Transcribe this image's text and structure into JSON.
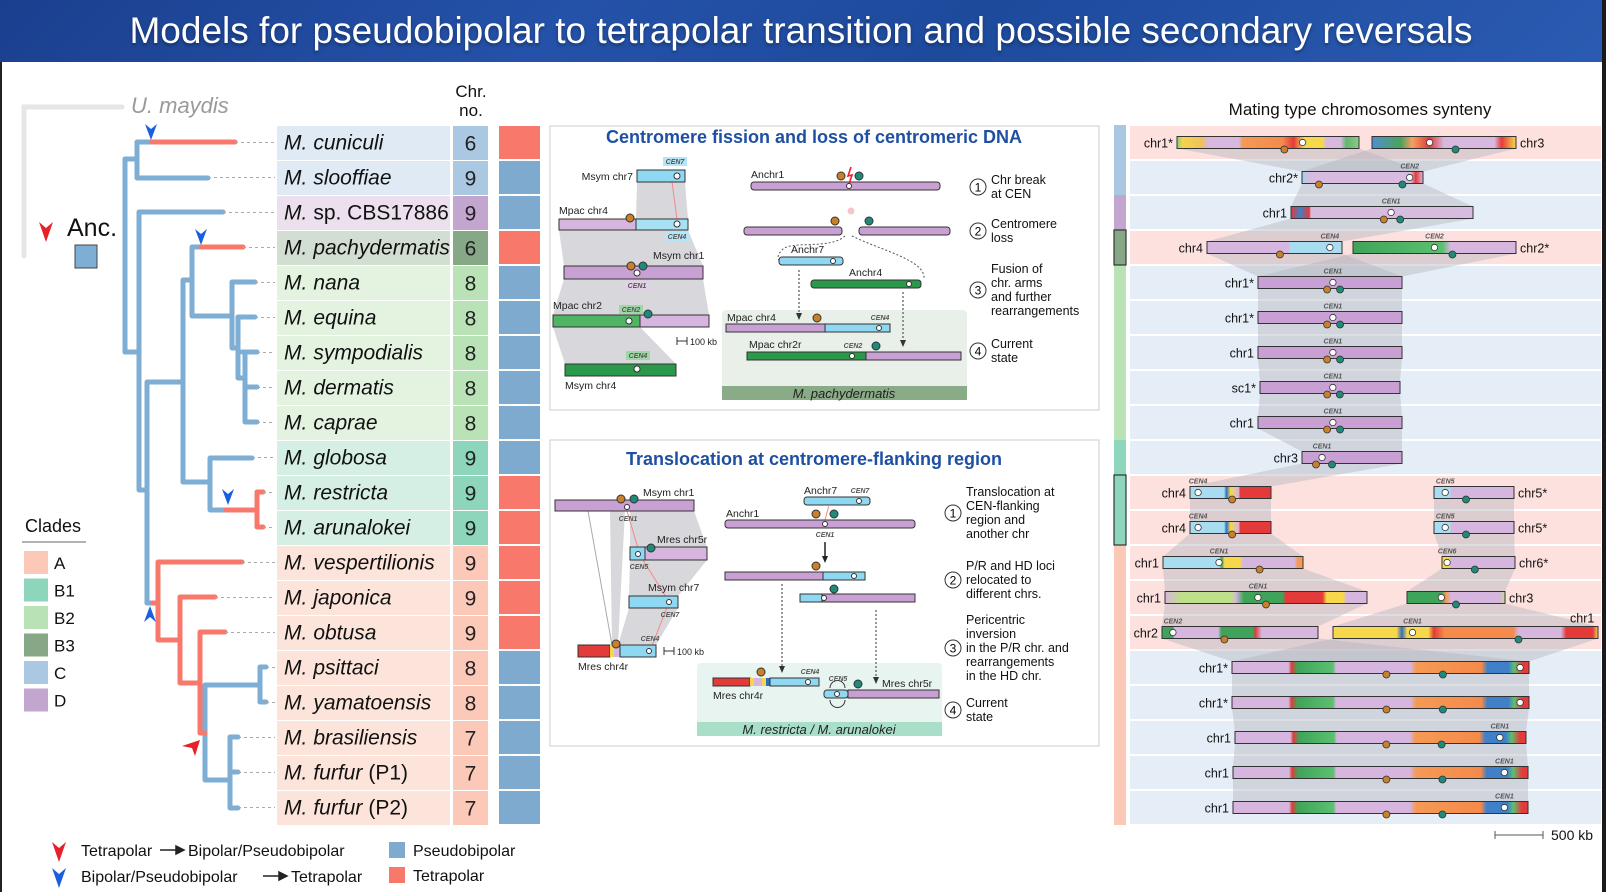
{
  "title": "Models for pseudobipolar to tetrapolar transition and possible secondary reversals",
  "tree": {
    "outgroup": "U. maydis",
    "ancestor": "Anc.",
    "chr_header": [
      "Chr.",
      "no."
    ],
    "species": [
      {
        "genus": "M.",
        "epithet": "cuniculi",
        "suffix": "",
        "chr": "6",
        "clade": "C",
        "mating": "Tetrapolar"
      },
      {
        "genus": "M.",
        "epithet": "slooffiae",
        "suffix": "",
        "chr": "9",
        "clade": "C",
        "mating": "Pseudobipolar"
      },
      {
        "genus": "M.",
        "epithet": "",
        "suffix": "sp. CBS17886",
        "chr": "9",
        "clade": "D",
        "mating": "Pseudobipolar"
      },
      {
        "genus": "M.",
        "epithet": "pachydermatis",
        "suffix": "",
        "chr": "6",
        "clade": "B3",
        "mating": "Tetrapolar"
      },
      {
        "genus": "M.",
        "epithet": "nana",
        "suffix": "",
        "chr": "8",
        "clade": "B2",
        "mating": "Pseudobipolar"
      },
      {
        "genus": "M.",
        "epithet": "equina",
        "suffix": "",
        "chr": "8",
        "clade": "B2",
        "mating": "Pseudobipolar"
      },
      {
        "genus": "M.",
        "epithet": "sympodialis",
        "suffix": "",
        "chr": "8",
        "clade": "B2",
        "mating": "Pseudobipolar"
      },
      {
        "genus": "M.",
        "epithet": "dermatis",
        "suffix": "",
        "chr": "8",
        "clade": "B2",
        "mating": "Pseudobipolar"
      },
      {
        "genus": "M.",
        "epithet": "caprae",
        "suffix": "",
        "chr": "8",
        "clade": "B2",
        "mating": "Pseudobipolar"
      },
      {
        "genus": "M.",
        "epithet": "globosa",
        "suffix": "",
        "chr": "9",
        "clade": "B1",
        "mating": "Pseudobipolar"
      },
      {
        "genus": "M.",
        "epithet": "restricta",
        "suffix": "",
        "chr": "9",
        "clade": "B1",
        "mating": "Tetrapolar"
      },
      {
        "genus": "M.",
        "epithet": "arunalokei",
        "suffix": "",
        "chr": "9",
        "clade": "B1",
        "mating": "Tetrapolar"
      },
      {
        "genus": "M.",
        "epithet": "vespertilionis",
        "suffix": "",
        "chr": "9",
        "clade": "A",
        "mating": "Tetrapolar"
      },
      {
        "genus": "M.",
        "epithet": "japonica",
        "suffix": "",
        "chr": "9",
        "clade": "A",
        "mating": "Tetrapolar"
      },
      {
        "genus": "M.",
        "epithet": "obtusa",
        "suffix": "",
        "chr": "9",
        "clade": "A",
        "mating": "Tetrapolar"
      },
      {
        "genus": "M.",
        "epithet": "psittaci",
        "suffix": "",
        "chr": "8",
        "clade": "A",
        "mating": "Pseudobipolar"
      },
      {
        "genus": "M.",
        "epithet": "yamatoensis",
        "suffix": "",
        "chr": "8",
        "clade": "A",
        "mating": "Pseudobipolar"
      },
      {
        "genus": "M.",
        "epithet": "brasiliensis",
        "suffix": "",
        "chr": "7",
        "clade": "A",
        "mating": "Pseudobipolar"
      },
      {
        "genus": "M.",
        "epithet": "furfur",
        "suffix": "(P1)",
        "chr": "7",
        "clade": "A",
        "mating": "Pseudobipolar"
      },
      {
        "genus": "M.",
        "epithet": "furfur",
        "suffix": "(P2)",
        "chr": "7",
        "clade": "A",
        "mating": "Pseudobipolar"
      }
    ]
  },
  "clades": {
    "title": "Clades",
    "items": [
      {
        "label": "A",
        "color": "#fcc9b8",
        "light": "#fde4da"
      },
      {
        "label": "B1",
        "color": "#8dd5bb",
        "light": "#d5efe5"
      },
      {
        "label": "B2",
        "color": "#b9e3b6",
        "light": "#e3f3e0"
      },
      {
        "label": "B3",
        "color": "#87a886",
        "light": "#d3ded2"
      },
      {
        "label": "C",
        "color": "#aac8e2",
        "light": "#dfeaf5"
      },
      {
        "label": "D",
        "color": "#c3a6cf",
        "light": "#ece0ef"
      }
    ]
  },
  "colors": {
    "pseudobipolar": "#7eaad0",
    "tetrapolar": "#f8786c",
    "arrow_red": "#e8202a",
    "arrow_blue": "#1a5fe0",
    "panel_title": "#1f4fa3",
    "cen_orange": "#c8812a",
    "cen_teal": "#1f8a7a"
  },
  "legend": {
    "transition_1": {
      "from": "Tetrapolar",
      "to": "Bipolar/Pseudobipolar",
      "arrow": "red-arrowhead"
    },
    "transition_2": {
      "from": "Bipolar/Pseudobipolar",
      "to": "Tetrapolar",
      "arrow": "blue-arrowhead"
    },
    "pseudobipolar": "Pseudobipolar",
    "tetrapolar": "Tetrapolar"
  },
  "panel_fission": {
    "title": "Centromere fission and loss of centromeric DNA",
    "labels": {
      "msym_chr7": "Msym chr7",
      "mpac_chr4": "Mpac chr4",
      "msym_chr1": "Msym chr1",
      "mpac_chr2": "Mpac chr2",
      "msym_chr4": "Msym chr4",
      "cen7": "CEN7",
      "cen4a": "CEN4",
      "cen1": "CEN1",
      "cen2": "CEN2",
      "cen4b": "CEN4",
      "scale": "100 kb",
      "anchr1": "Anchr1",
      "anchr7": "Anchr7",
      "anchr4": "Anchr4",
      "mpac_chr4_r": "Mpac chr4",
      "cen4_r": "CEN4",
      "mpac_chr2r": "Mpac chr2r",
      "cen2_r": "CEN2",
      "species": "M. pachydermatis"
    },
    "steps": [
      {
        "n": "1",
        "lines": [
          "Chr break",
          "at CEN"
        ]
      },
      {
        "n": "2",
        "lines": [
          "Centromere",
          "loss"
        ]
      },
      {
        "n": "3",
        "lines": [
          "Fusion of",
          "chr. arms",
          "and further",
          "rearrangements"
        ]
      },
      {
        "n": "4",
        "lines": [
          "Current",
          "state"
        ]
      }
    ]
  },
  "panel_translocation": {
    "title": "Translocation at centromere-flanking region",
    "labels": {
      "msym_chr1": "Msym chr1",
      "cen1": "CEN1",
      "mres_chr5r": "Mres chr5r",
      "cen5": "CEN5",
      "msym_chr7": "Msym chr7",
      "cen7": "CEN7",
      "cen4": "CEN4",
      "mres_chr4r": "Mres chr4r",
      "scale": "100 kb",
      "anchr7": "Anchr7",
      "cen7_r": "CEN7",
      "anchr1": "Anchr1",
      "cen1_r": "CEN1",
      "mres_chr4r_r": "Mres chr4r",
      "cen4_r": "CEN4",
      "cen5_r": "CEN5",
      "mres_chr5r_r": "Mres chr5r",
      "species": "M. restricta / M. arunalokei"
    },
    "steps": [
      {
        "n": "1",
        "lines": [
          "Translocation at",
          "CEN-flanking",
          "region and",
          "another chr"
        ]
      },
      {
        "n": "2",
        "lines": [
          "P/R and HD loci",
          "relocated to",
          "different chrs."
        ]
      },
      {
        "n": "3",
        "lines": [
          "Pericentric",
          "inversion",
          "in the P/R chr. and",
          "rearrangements",
          "in the HD chr."
        ]
      },
      {
        "n": "4",
        "lines": [
          "Current",
          "state"
        ]
      }
    ]
  },
  "synteny": {
    "title": "Mating type chromosomes synteny",
    "scale": "500 kb",
    "rows": [
      [
        {
          "label": "chr1*",
          "cen": ""
        },
        {
          "label": "chr3",
          "cen": ""
        }
      ],
      [
        {
          "label": "chr2*",
          "cen": "CEN2"
        }
      ],
      [
        {
          "label": "chr1",
          "cen": "CEN1"
        }
      ],
      [
        {
          "label": "chr4",
          "cen": "CEN4"
        },
        {
          "label": "chr2*",
          "cen": "CEN2"
        }
      ],
      [
        {
          "label": "chr1*",
          "cen": "CEN1"
        }
      ],
      [
        {
          "label": "chr1*",
          "cen": "CEN1"
        }
      ],
      [
        {
          "label": "chr1",
          "cen": "CEN1"
        }
      ],
      [
        {
          "label": "sc1*",
          "cen": "CEN1"
        }
      ],
      [
        {
          "label": "chr1",
          "cen": "CEN1"
        }
      ],
      [
        {
          "label": "chr3",
          "cen": "CEN1"
        }
      ],
      [
        {
          "label": "chr4",
          "cen": "CEN4"
        },
        {
          "label": "chr5*",
          "cen": "CEN5"
        }
      ],
      [
        {
          "label": "chr4",
          "cen": "CEN4"
        },
        {
          "label": "chr5*",
          "cen": "CEN5"
        }
      ],
      [
        {
          "label": "chr1",
          "cen": "CEN1"
        },
        {
          "label": "chr6*",
          "cen": "CEN6"
        }
      ],
      [
        {
          "label": "chr1",
          "cen": "CEN1"
        },
        {
          "label": "chr3",
          "cen": ""
        }
      ],
      [
        {
          "label": "chr2",
          "cen": "CEN2"
        },
        {
          "label": "chr1",
          "cen": "CEN1"
        }
      ],
      [
        {
          "label": "chr1*",
          "cen": ""
        }
      ],
      [
        {
          "label": "chr1*",
          "cen": ""
        }
      ],
      [
        {
          "label": "chr1",
          "cen": "CEN1"
        }
      ],
      [
        {
          "label": "chr1",
          "cen": "CEN1"
        }
      ],
      [
        {
          "label": "chr1",
          "cen": "CEN1"
        }
      ]
    ]
  }
}
